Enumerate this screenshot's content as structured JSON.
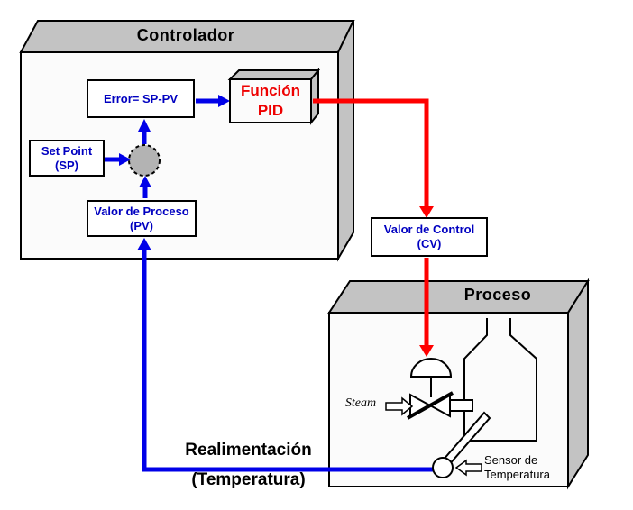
{
  "controller": {
    "title": "Controlador",
    "error_label": "Error= SP-PV",
    "setpoint": {
      "line1": "Set Point",
      "line2": "(SP)"
    },
    "process_value": {
      "line1": "Valor de Proceso",
      "line2": "(PV)"
    },
    "pid": {
      "line1": "Función",
      "line2": "PID"
    }
  },
  "control_value": {
    "line1": "Valor de Control",
    "line2": "(CV)"
  },
  "process": {
    "title": "Proceso",
    "steam_label": "Steam",
    "sensor": {
      "line1": "Sensor de",
      "line2": "Temperatura"
    }
  },
  "feedback": {
    "line1": "Realimentación",
    "line2": "(Temperatura)"
  },
  "colors": {
    "signal_blue": "#0000e8",
    "signal_red": "#ff0000",
    "label_blue": "#0000c0",
    "pid_text_red": "#ee0000",
    "box_face_gray": "#c3c3c3",
    "summing_junction_gray": "#b3b3b3",
    "outline": "#000000",
    "background": "#ffffff"
  }
}
